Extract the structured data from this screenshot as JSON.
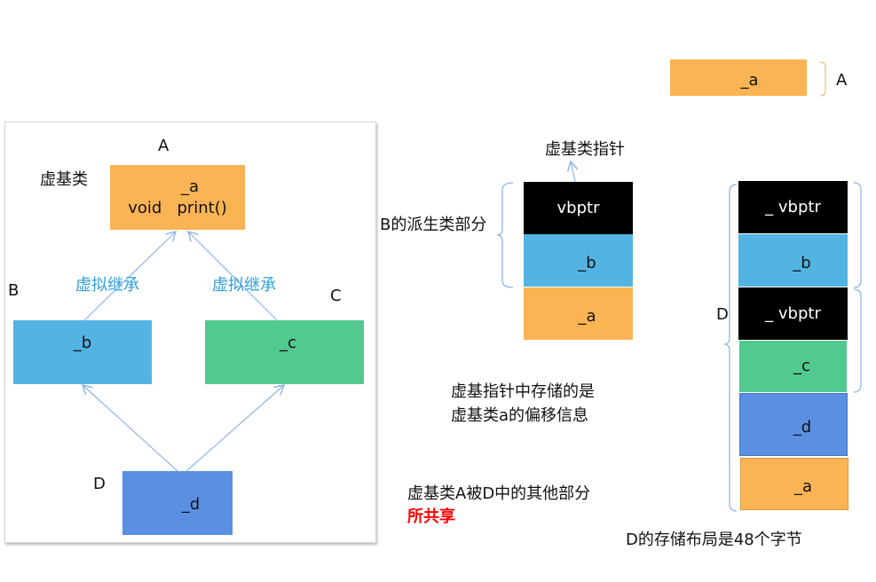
{
  "colors": {
    "orange": "#fbb454",
    "blue": "#53b4e3",
    "green": "#52c98f",
    "darkblue": "#5b8fe1",
    "black": "#000000",
    "arrow": "#8fb4e6",
    "brace": "#8fb4e6",
    "label_blue": "#2e9fd9",
    "red": "#ff0000"
  },
  "left": {
    "label_A": "A",
    "label_virtual_base": "虚基类",
    "box_A": {
      "line1": "_a",
      "line2": "void   print()"
    },
    "label_B": "B",
    "label_C": "C",
    "label_D": "D",
    "inherit_left": "虚拟继承",
    "inherit_right": "虚拟继承",
    "box_B": "_b",
    "box_C": "_c",
    "box_D": "_d"
  },
  "right": {
    "top_box": "_a",
    "top_label": "A",
    "vbptr_pointer_label": "虚基类指针",
    "b_derived_label": "B的派生类部分",
    "b_layout": [
      "vbptr",
      "_b",
      "_a"
    ],
    "note_line1": "虚基指针中存储的是",
    "note_line2": "虚基类a的偏移信息",
    "shared_line1": "虚基类A被D中的其他部分",
    "shared_line2": "所共享",
    "d_label": "D",
    "d_layout": [
      "_ vbptr",
      "_b",
      "_ vbptr",
      "_c",
      "_d",
      "_a"
    ],
    "d_size_label": "D的存储布局是48个字节"
  }
}
